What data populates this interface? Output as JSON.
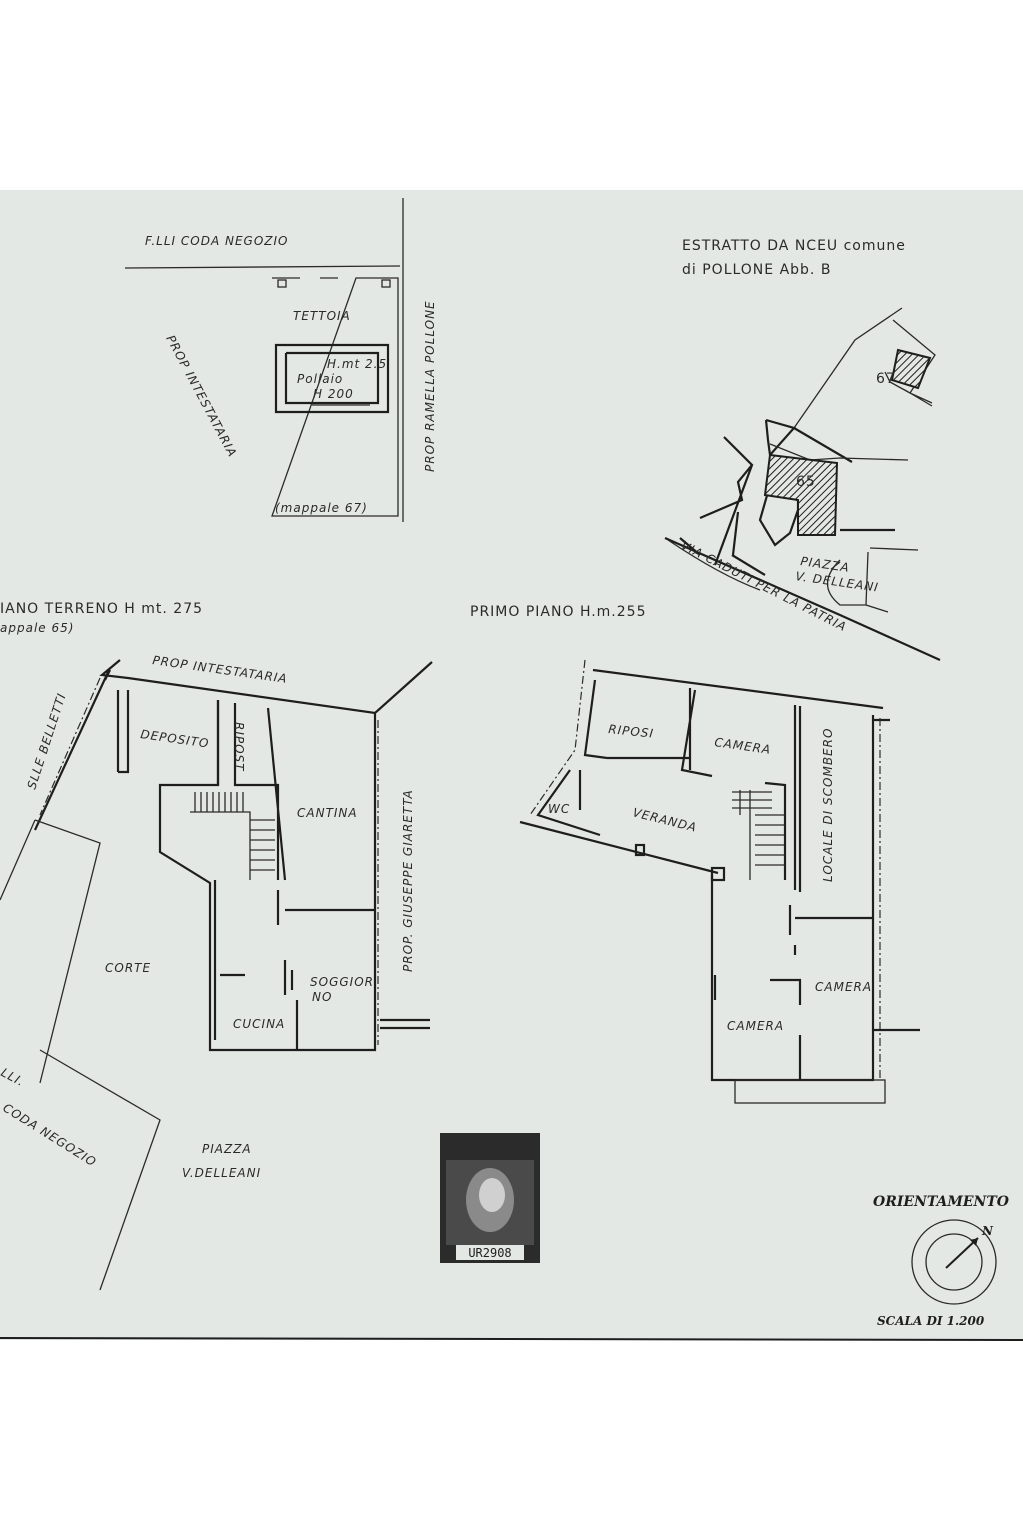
{
  "colors": {
    "paper": "#e4e8e5",
    "ink": "#1e1e1e",
    "background": "#ffffff"
  },
  "annex_plan": {
    "neighbor_top": "F.LLI CODA NEGOZIO",
    "canopy": "TETTOIA",
    "coop_height": "H.mt 2.5",
    "coop": "Pollaio",
    "coop_h": "H 200",
    "left_owner": "PROP INTESTATARIA",
    "right_owner": "PROP RAMELLA POLLONE",
    "parcel": "(mappale 67)"
  },
  "cadastral_extract": {
    "title_line1": "ESTRATTO DA NCEU comune",
    "title_line2": "di POLLONE Abb. B",
    "parcel_67": "67",
    "parcel_65": "65",
    "square_line1": "PIAZZA",
    "square_line2": "V. DELLEANI",
    "street": "VIA CADUTI PER LA PATRIA"
  },
  "ground_floor": {
    "title": "IANO TERRENO   H mt. 275",
    "subtitle": "appale 65)",
    "north_owner": "PROP INTESTATARIA",
    "west_owner": "SLLE BELLETTI",
    "east_owner": "PROP. GIUSEPPE GIARETTA",
    "rooms": [
      "DEPOSITO",
      "RIPOST",
      "CANTINA",
      "CORTE",
      "SOGGIOR",
      "NO",
      "CUCINA"
    ],
    "neighbor_line1": "LLI.",
    "neighbor_line2": "CODA NEGOZIO",
    "square_line1": "PIAZZA",
    "square_line2": "V.DELLEANI"
  },
  "first_floor": {
    "title": "PRIMO PIANO   H.m.255",
    "rooms": [
      "RIPOSI",
      "CAMERA",
      "LOCALE DI SCOMBERO",
      "VERANDA",
      "WC",
      "CAMERA",
      "CAMERA"
    ]
  },
  "stamp": {
    "text": "UR2908",
    "icon": "revenue-stamp-portrait"
  },
  "orientation": {
    "label": "ORIENTAMENTO",
    "north": "N",
    "icon": "compass-north-arrow",
    "scale": "SCALA DI 1.200"
  }
}
